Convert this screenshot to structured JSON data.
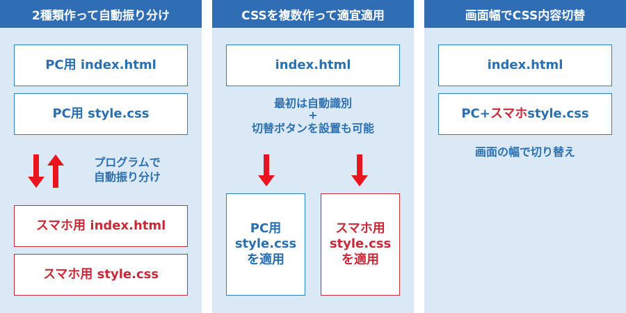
{
  "columns": [
    {
      "header": "2種類作って自動振り分け",
      "boxes": [
        {
          "text": "PC用 index.html"
        },
        {
          "text": "PC用 style.css"
        },
        {
          "text": "スマホ用 index.html"
        },
        {
          "text": "スマホ用 style.css"
        }
      ],
      "note": [
        "プログラムで",
        "自動振り分け"
      ]
    },
    {
      "header": "CSSを複数作って適宜適用",
      "boxes": [
        {
          "text": "index.html"
        },
        {
          "lines": [
            "PC用",
            "style.css",
            "を適用"
          ]
        },
        {
          "lines": [
            "スマホ用",
            "style.css",
            "を適用"
          ]
        }
      ],
      "note": [
        "最初は自動識別",
        "+",
        "切替ボタンを設置も可能"
      ]
    },
    {
      "header": "画面幅でCSS内容切替",
      "boxes": [
        {
          "text": "index.html"
        },
        {
          "parts": [
            "PC+",
            "スマホ",
            "style.css"
          ]
        }
      ],
      "note": [
        "画面の幅で切り替え"
      ]
    }
  ],
  "colors": {
    "column_bg": "#dbe9f7",
    "header_bg": "#2f6db5",
    "blue_text": "#2a6fb0",
    "red_accent": "#c62a38",
    "arrow_red": "#e8151f"
  }
}
